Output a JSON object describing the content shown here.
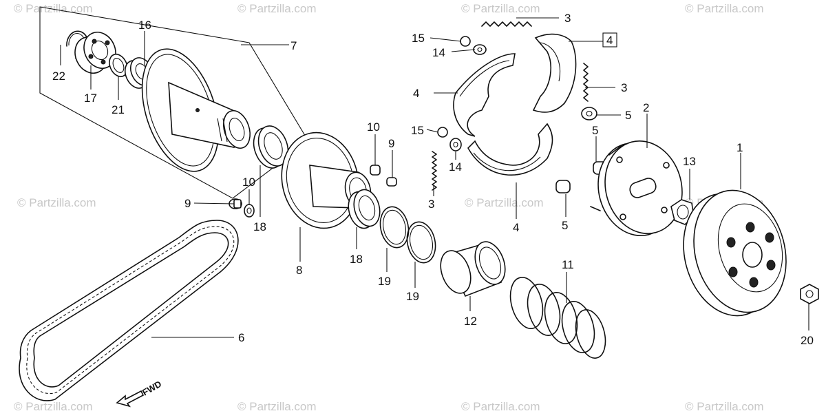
{
  "watermark": "© Partzilla.com",
  "fwd_label": "FWD",
  "callouts": {
    "c1": "1",
    "c2": "2",
    "c3a": "3",
    "c3b": "3",
    "c3c": "3",
    "c4a": "4",
    "c4b": "4",
    "c4box": "4",
    "c5a": "5",
    "c5b": "5",
    "c5c": "5",
    "c6": "6",
    "c7": "7",
    "c8": "8",
    "c9a": "9",
    "c9b": "9",
    "c10a": "10",
    "c10b": "10",
    "c11": "11",
    "c12": "12",
    "c13": "13",
    "c14a": "14",
    "c14b": "14",
    "c15a": "15",
    "c15b": "15",
    "c16": "16",
    "c17": "17",
    "c18a": "18",
    "c18b": "18",
    "c19a": "19",
    "c19b": "19",
    "c20": "20",
    "c21": "21",
    "c22": "22"
  }
}
